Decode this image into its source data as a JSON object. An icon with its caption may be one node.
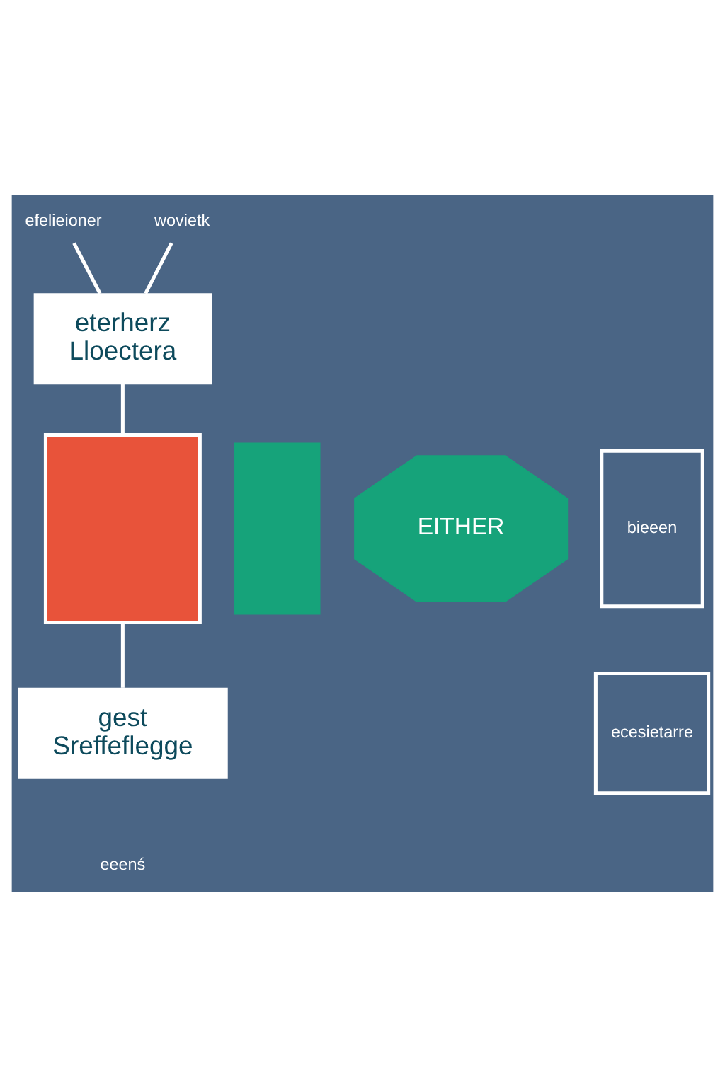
{
  "diagram": {
    "nodes": [
      {
        "text": [
          "efelieioner"
        ]
      },
      {
        "text": [
          "wovietk"
        ]
      },
      {
        "text": [
          "eterherz",
          "Lloectera"
        ]
      },
      {
        "text": [],
        "shape": "box"
      },
      {
        "text": [],
        "shape": "box"
      },
      {
        "text": [
          "EITHER"
        ]
      },
      {
        "text": [
          "bieeen"
        ]
      },
      {
        "text": [
          "ecesietarre"
        ]
      },
      {
        "text": [
          "gest",
          "Sreffeflegge"
        ]
      }
    ],
    "edges": [
      {
        "from": 0,
        "to": 2,
        "arrow": "none"
      },
      {
        "from": 1,
        "to": 2,
        "arrow": "none"
      },
      {
        "from": 2,
        "to": 3,
        "arrow": "none"
      },
      {
        "from": 3,
        "to": 8,
        "arrow": "none"
      }
    ],
    "labels": [
      "eeenś"
    ]
  }
}
